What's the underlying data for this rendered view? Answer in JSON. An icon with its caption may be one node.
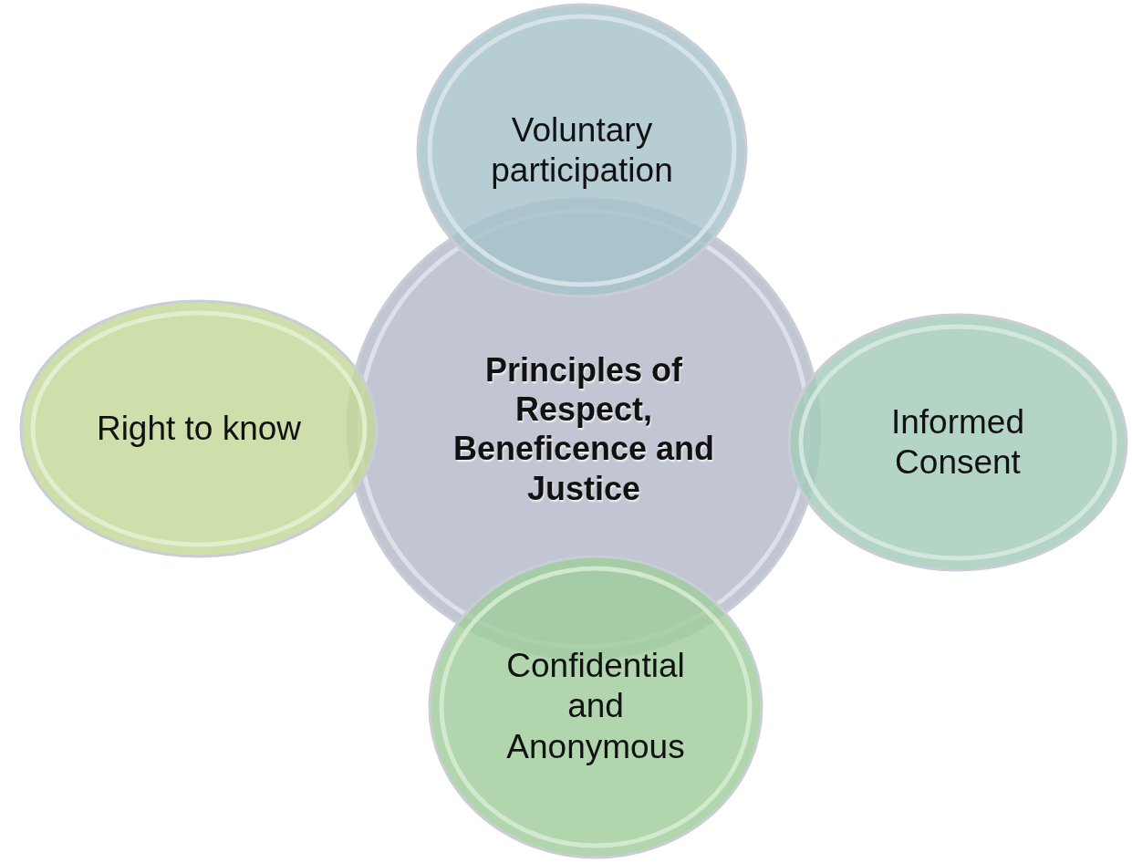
{
  "diagram": {
    "nodes": [
      {
        "text": [
          "Voluntary participation"
        ]
      },
      {
        "text": [
          "Right to know"
        ]
      },
      {
        "text": [
          "Principles of Respect, Beneficence and Justice"
        ]
      },
      {
        "text": [
          "Informed Consent"
        ]
      },
      {
        "text": [
          "Confidential and Anonymous"
        ]
      }
    ]
  }
}
